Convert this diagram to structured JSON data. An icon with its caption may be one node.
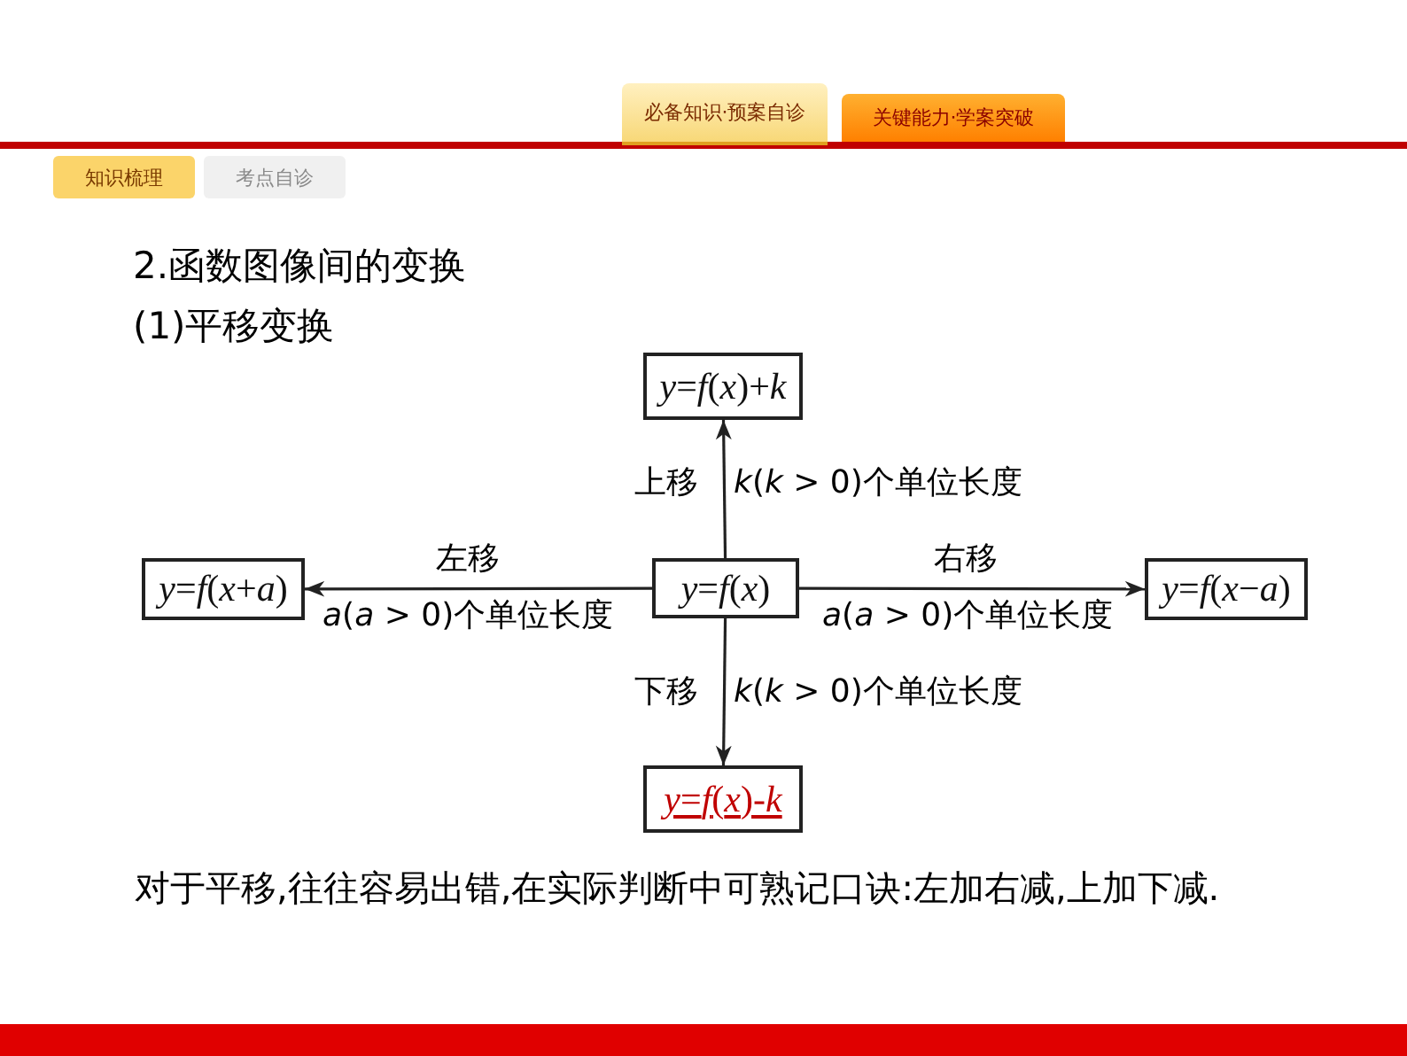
{
  "diagram": {
    "title": "2.函数图像间的变换",
    "nodes": [
      {
        "text": [
          "*y*=*f*(*x*)"
        ]
      },
      {
        "text": [
          "*y*=*f*(*x*)+*k*"
        ]
      },
      {
        "text": [
          "*y*=*f*(*x*+*a*)"
        ]
      },
      {
        "text": [
          "*y*=*f*(*x*−*a*)"
        ]
      },
      {
        "text": [
          "*y*=*f*(*x*)-*k*"
        ]
      }
    ],
    "edges": [
      {
        "from": 0,
        "to": 1,
        "arrow": "to",
        "label": "上移"
      },
      {
        "from": 0,
        "to": 2,
        "arrow": "to",
        "label": "左移"
      },
      {
        "from": 0,
        "to": 3,
        "arrow": "to",
        "label": "右移"
      },
      {
        "from": 0,
        "to": 4,
        "arrow": "to",
        "label": "下移"
      }
    ],
    "labels": [
      "必备知识·预案自诊",
      "关键能力·学案突破",
      "知识梳理",
      "考点自诊",
      "(1)平移变换",
      "*k*(*k* > 0)个单位长度",
      "*a*(*a* > 0)个单位长度",
      "*a*(*a* > 0)个单位长度",
      "*k*(*k* > 0)个单位长度",
      "对于平移,往往容易出错,在实际判断中可熟记口诀:左加右减,上加下减."
    ]
  }
}
